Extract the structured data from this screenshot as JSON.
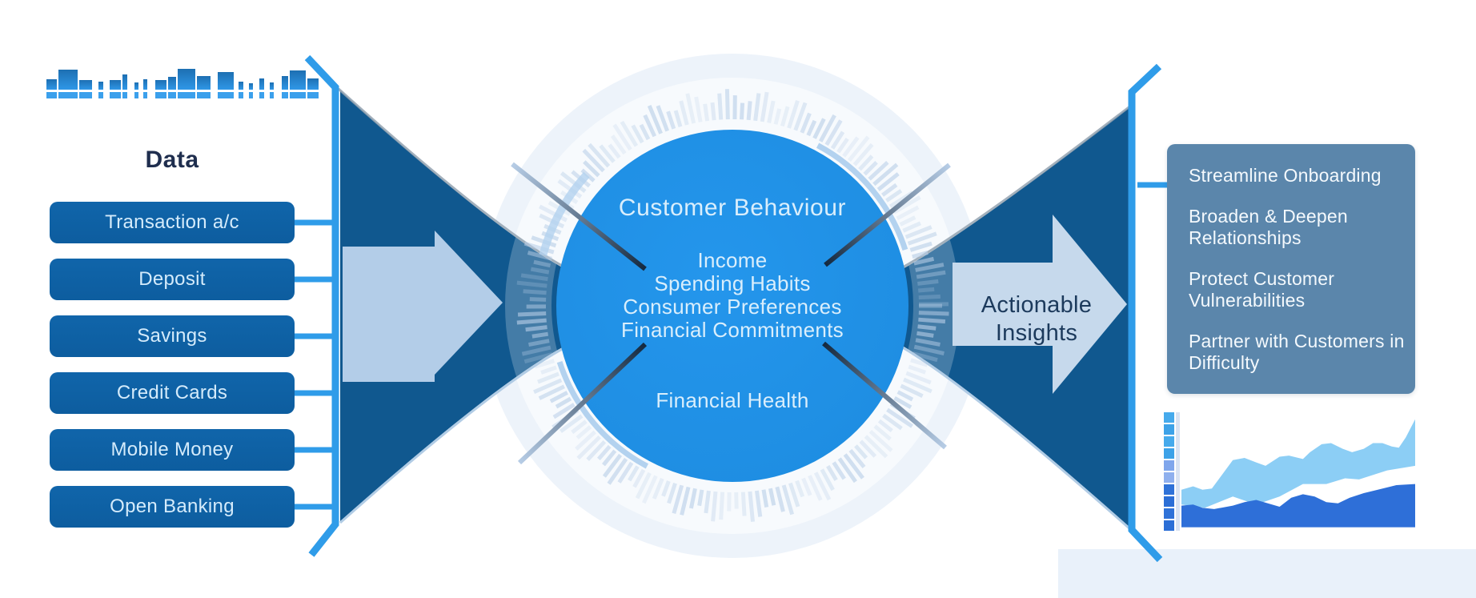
{
  "left_panel": {
    "heading": "Data",
    "sources": [
      "Transaction a/c",
      "Deposit",
      "Savings",
      "Credit Cards",
      "Mobile Money",
      "Open Banking"
    ]
  },
  "circle": {
    "title": "Customer Behaviour",
    "factors": [
      "Income",
      "Spending Habits",
      "Consumer Preferences",
      "Financial Commitments"
    ],
    "footer": "Financial Health"
  },
  "insights": {
    "label": "Actionable Insights"
  },
  "outcomes": {
    "items": [
      "Streamline Onboarding",
      "Broaden & Deepen Relationships",
      "Protect Customer Vulnerabilities",
      "Partner with Customers in Difficulty"
    ]
  },
  "chart_data": {
    "type": "area",
    "title": "",
    "description": "Decorative upward-trending area chart (no axis labels shown)",
    "series": [
      {
        "name": "upper-band-top",
        "values": [
          [
            0,
            66
          ],
          [
            5,
            63
          ],
          [
            9,
            66
          ],
          [
            13,
            65
          ],
          [
            22,
            40
          ],
          [
            27,
            38
          ],
          [
            32,
            42
          ],
          [
            36,
            45
          ],
          [
            42,
            37
          ],
          [
            46,
            36
          ],
          [
            52,
            39
          ],
          [
            55,
            33
          ],
          [
            60,
            26
          ],
          [
            64,
            25
          ],
          [
            69,
            30
          ],
          [
            73,
            33
          ],
          [
            78,
            30
          ],
          [
            82,
            25
          ],
          [
            86,
            25
          ],
          [
            90,
            28
          ],
          [
            93,
            29
          ],
          [
            96,
            20
          ],
          [
            100,
            4
          ]
        ]
      },
      {
        "name": "upper-band-bottom",
        "values": [
          [
            0,
            79
          ],
          [
            10,
            82
          ],
          [
            22,
            72
          ],
          [
            32,
            79
          ],
          [
            42,
            72
          ],
          [
            52,
            61
          ],
          [
            62,
            61
          ],
          [
            70,
            56
          ],
          [
            76,
            57
          ],
          [
            88,
            49
          ],
          [
            100,
            45
          ]
        ]
      },
      {
        "name": "lower-area-top",
        "values": [
          [
            0,
            80
          ],
          [
            5,
            79
          ],
          [
            9,
            82
          ],
          [
            14,
            83
          ],
          [
            22,
            80
          ],
          [
            27,
            77
          ],
          [
            32,
            75
          ],
          [
            37,
            78
          ],
          [
            42,
            81
          ],
          [
            47,
            73
          ],
          [
            52,
            70
          ],
          [
            57,
            72
          ],
          [
            62,
            77
          ],
          [
            67,
            78
          ],
          [
            72,
            73
          ],
          [
            78,
            69
          ],
          [
            84,
            66
          ],
          [
            92,
            62
          ],
          [
            100,
            61
          ]
        ]
      }
    ],
    "baseline": 99,
    "axis_squares": [
      "#46aaec",
      "#3da2e8",
      "#46aaec",
      "#3da2e8",
      "#7fa6ec",
      "#8fb0ee",
      "#2f72d8",
      "#2b6ed6",
      "#2f72d8",
      "#2b6ed6"
    ],
    "colors": {
      "upper_area": "#8ccef5",
      "lower_area": "#2e6fd8",
      "axis_bar": "#ccdaee"
    }
  },
  "decor": {
    "skyline_bars": [
      [
        13,
        13,
        2
      ],
      [
        24,
        25,
        2
      ],
      [
        16,
        12,
        8
      ],
      [
        6,
        10,
        8
      ],
      [
        14,
        12,
        2
      ],
      [
        6,
        19,
        9
      ],
      [
        5,
        9,
        6
      ],
      [
        5,
        13,
        10
      ],
      [
        14,
        12,
        2
      ],
      [
        10,
        16,
        2
      ],
      [
        22,
        26,
        2
      ],
      [
        17,
        17,
        9
      ],
      [
        20,
        22,
        6
      ],
      [
        6,
        10,
        7
      ],
      [
        5,
        8,
        8
      ],
      [
        6,
        14,
        7
      ],
      [
        5,
        9,
        10
      ],
      [
        8,
        17,
        2
      ],
      [
        20,
        24,
        2
      ],
      [
        14,
        14,
        0
      ]
    ]
  },
  "theme": {
    "accent": "#2f9ce9",
    "heading_text": "#1f2e4e",
    "button_bg": "#0d5d9f",
    "button_text": "#d4ebfb",
    "funnel": "#10588f",
    "funnel_edge": "#93a2b0",
    "funnel_edge_light": "#a9c6e2",
    "arrow_light": "#b3cde8",
    "arrow_light_right": "#c6d9ec",
    "circle_fill": "#1d8ce0",
    "circle_fill_light": "#2496ec",
    "circle_text": "#d9eefc",
    "ring_disc": "#edf3fa",
    "ring_mid": "#f7fafd",
    "ring_tick": "#b9cfe8",
    "ring_arc": "#b3d2ef",
    "needle_dark": "#14293f",
    "needle_light": "#b7cde6",
    "insights_text": "#1c3a5c",
    "box_bg": "#5b86ab",
    "box_text": "#f4f9fd",
    "bottom_strip": "#e9f1fa",
    "skyline_top": "#1d6fb2",
    "skyline_bottom": "#2f97e7",
    "skyline_strip": "#3ba0ec"
  }
}
